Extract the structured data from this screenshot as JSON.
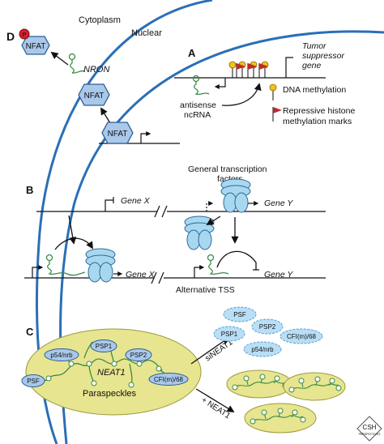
{
  "panels": {
    "D": "D",
    "A": "A",
    "B": "B",
    "C": "C"
  },
  "compartments": {
    "cytoplasm": "Cytoplasm",
    "nuclear": "Nuclear"
  },
  "panel_d": {
    "nfat": "NFAT",
    "phospho": "P",
    "nron": "NRON"
  },
  "panel_a": {
    "gene_line1": "Tumor",
    "gene_line2": "suppressor",
    "gene_line3": "gene",
    "antisense_line1": "antisense",
    "antisense_line2": "ncRNA",
    "legend_dna": "DNA methylation",
    "legend_hist_line1": "Repressive histone",
    "legend_hist_line2": "methylation marks"
  },
  "panel_b": {
    "gtf_line1": "General transcription",
    "gtf_line2": "factors",
    "gene_x": "Gene X",
    "gene_y": "Gene Y",
    "alt_tss": "Alternative TSS"
  },
  "panel_c": {
    "neat1": "NEAT1",
    "paraspeckles": "Paraspeckles",
    "proteins": {
      "psf": "PSF",
      "p54": "p54/nrb",
      "psp1": "PSP1",
      "psp2": "PSP2",
      "cfi": "CFI(m)/68"
    },
    "si_arrow": "siNEAT1",
    "plus_arrow": "+ NEAT1"
  },
  "logo": {
    "line1": "CSH",
    "line2": "PERSPECTIVES"
  },
  "colors": {
    "nfat_fill": "#a9c8ea",
    "nfat_stroke": "#2e5f95",
    "rna": "#3b8c47",
    "polymerase": "#a8d8f0",
    "polymerase_stroke": "#2d6a98",
    "lollipop": "#f2c21b",
    "flag": "#c0282c",
    "paraspeckle": "#e7e58f",
    "paraspeckle_stroke": "#9c9a3c",
    "protein": "#a9c8ea",
    "cloud": "#b9def6",
    "membrane": "#2a6fb6",
    "phospho": "#d81e2b"
  }
}
